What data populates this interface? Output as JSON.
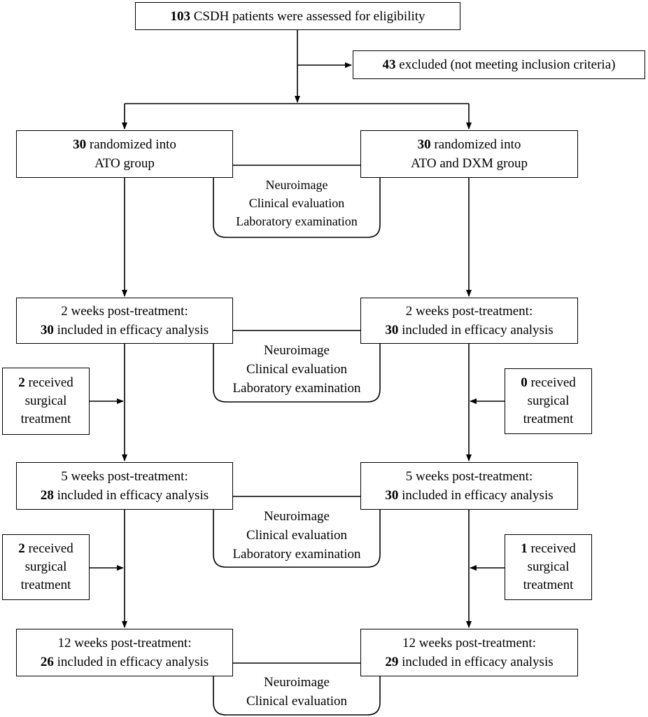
{
  "enrollment": {
    "assessed": {
      "count": "103",
      "text": "CSDH patients were assessed for eligibility"
    },
    "excluded": {
      "count": "43",
      "text": "excluded (not meeting inclusion criteria)"
    }
  },
  "arms": {
    "left": {
      "randomized": {
        "count": "30",
        "line1": "randomized into",
        "line2": "ATO group"
      },
      "week2": {
        "title": "2 weeks post-treatment:",
        "count": "30",
        "text": "included in efficacy analysis"
      },
      "surgical_after_week2": {
        "count": "2",
        "line1": "received",
        "line2": "surgical",
        "line3": "treatment"
      },
      "week5": {
        "title": "5 weeks post-treatment:",
        "count": "28",
        "text": "included in efficacy analysis"
      },
      "surgical_after_week5": {
        "count": "2",
        "line1": "received",
        "line2": "surgical",
        "line3": "treatment"
      },
      "week12": {
        "title": "12 weeks post-treatment:",
        "count": "26",
        "text": "included in efficacy analysis"
      }
    },
    "right": {
      "randomized": {
        "count": "30",
        "line1": "randomized into",
        "line2": "ATO and DXM group"
      },
      "week2": {
        "title": "2 weeks post-treatment:",
        "count": "30",
        "text": "included in efficacy analysis"
      },
      "surgical_after_week2": {
        "count": "0",
        "line1": "received",
        "line2": "surgical",
        "line3": "treatment"
      },
      "week5": {
        "title": "5 weeks post-treatment:",
        "count": "30",
        "text": "included in efficacy analysis"
      },
      "surgical_after_week5": {
        "count": "1",
        "line1": "received",
        "line2": "surgical",
        "line3": "treatment"
      },
      "week12": {
        "title": "12 weeks post-treatment:",
        "count": "29",
        "text": "included in efficacy analysis"
      }
    }
  },
  "assessments": {
    "baseline": [
      "Neuroimage",
      "Clinical evaluation",
      "Laboratory examination"
    ],
    "week2": [
      "Neuroimage",
      "Clinical evaluation",
      "Laboratory examination"
    ],
    "week5": [
      "Neuroimage",
      "Clinical evaluation",
      "Laboratory examination"
    ],
    "week12": [
      "Neuroimage",
      "Clinical evaluation"
    ]
  }
}
